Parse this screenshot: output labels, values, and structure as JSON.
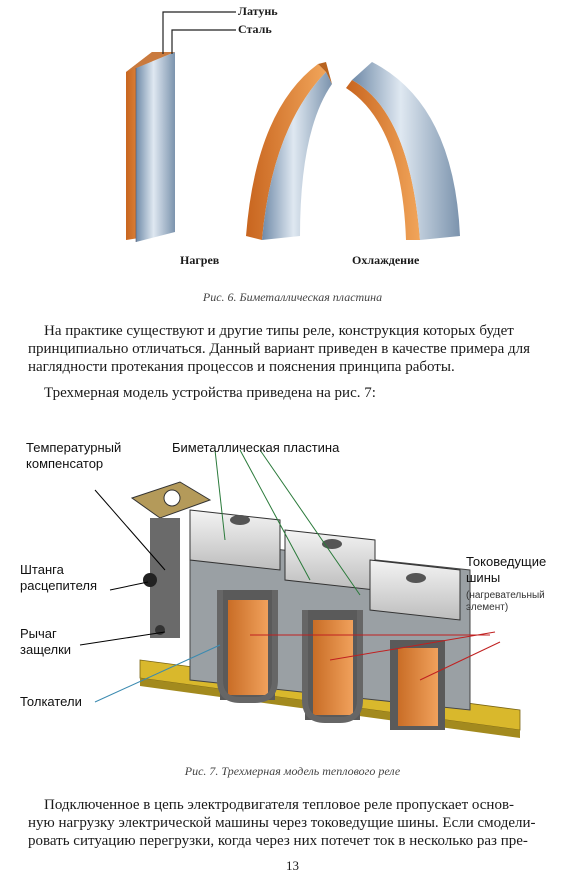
{
  "figure6": {
    "label_brass": "Латунь",
    "label_steel": "Сталь",
    "label_heating": "Нагрев",
    "label_cooling": "Охлаждение",
    "caption": "Рис. 6. Биметаллическая пластина"
  },
  "paragraph1": {
    "line1": "На практике существуют и другие типы реле, конструкция которых будет",
    "line2": "принципиально отличаться. Данный вариант приведен в качестве примера для",
    "line3": "наглядности протекания процессов и пояснения принципа работы."
  },
  "paragraph2": "Трехмерная модель устройства приведена на рис. 7:",
  "figure7": {
    "label_compensator_1": "Температурный",
    "label_compensator_2": "компенсатор",
    "label_bimetal": "Биметаллическая пластина",
    "label_rod_1": "Штанга",
    "label_rod_2": "расцепителя",
    "label_lever_1": "Рычаг",
    "label_lever_2": "защелки",
    "label_pushers": "Толкатели",
    "label_buses_1": "Токоведущие",
    "label_buses_2": "шины",
    "label_heater_1": "(нагревательный",
    "label_heater_2": "элемент)",
    "caption": "Рис. 7. Трехмерная модель теплового реле"
  },
  "paragraph3": {
    "line1": "Подключенное в цепь электродвигателя тепловое реле пропускает основ-",
    "line2": "ную нагрузку электрической машины через токоведущие шины. Если смодели-",
    "line3": "ровать ситуацию перегрузки, когда через них потечет ток в несколько раз пре-"
  },
  "page_number": "13",
  "colors": {
    "brass": "#e0893a",
    "steel": "#9fb3c8",
    "relay_orange": "#e8913e",
    "plate_yellow": "#d9b82c"
  }
}
